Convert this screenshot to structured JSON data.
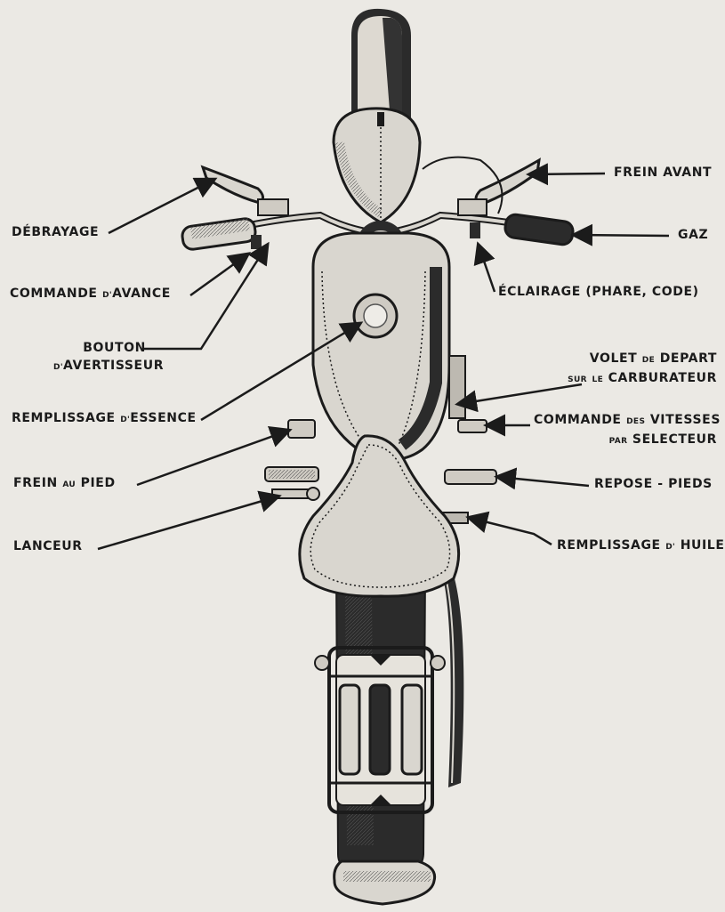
{
  "labels": {
    "frein_avant": "FREIN AVANT",
    "debrayage": "DÉBRAYAGE",
    "gaz": "GAZ",
    "commande_davance": {
      "main": "COMMANDE",
      "small": "D'",
      "tail": "AVANCE"
    },
    "eclairage": "ÉCLAIRAGE (PHARE, CODE)",
    "bouton": {
      "line1": "BOUTON",
      "line2_small": "D'",
      "line2": "AVERTISSEUR"
    },
    "volet": {
      "line1_a": "VOLET",
      "line1_small": "DE",
      "line1_b": "DEPART",
      "line2_small_a": "SUR",
      "line2_small_b": "LE",
      "line2": "CARBURATEUR"
    },
    "remplissage_essence": {
      "main": "REMPLISSAGE",
      "small": "D'",
      "tail": "ESSENCE"
    },
    "commande_vitesses": {
      "line1_a": "COMMANDE",
      "line1_small": "DES",
      "line1_b": "VITESSES",
      "line2_small": "PAR",
      "line2": "SELECTEUR"
    },
    "frein_pied": {
      "a": "FREIN",
      "small": "AU",
      "b": "PIED"
    },
    "repose_pieds": "REPOSE - PIEDS",
    "lanceur": "LANCEUR",
    "remplissage_huile": {
      "main": "REMPLISSAGE",
      "small": "D'",
      "tail": "HUILE"
    }
  },
  "colors": {
    "paper": "#ebe9e4",
    "ink": "#1b1b1b",
    "tank": "#d9d6cf",
    "dark_metal": "#2b2b2b"
  }
}
